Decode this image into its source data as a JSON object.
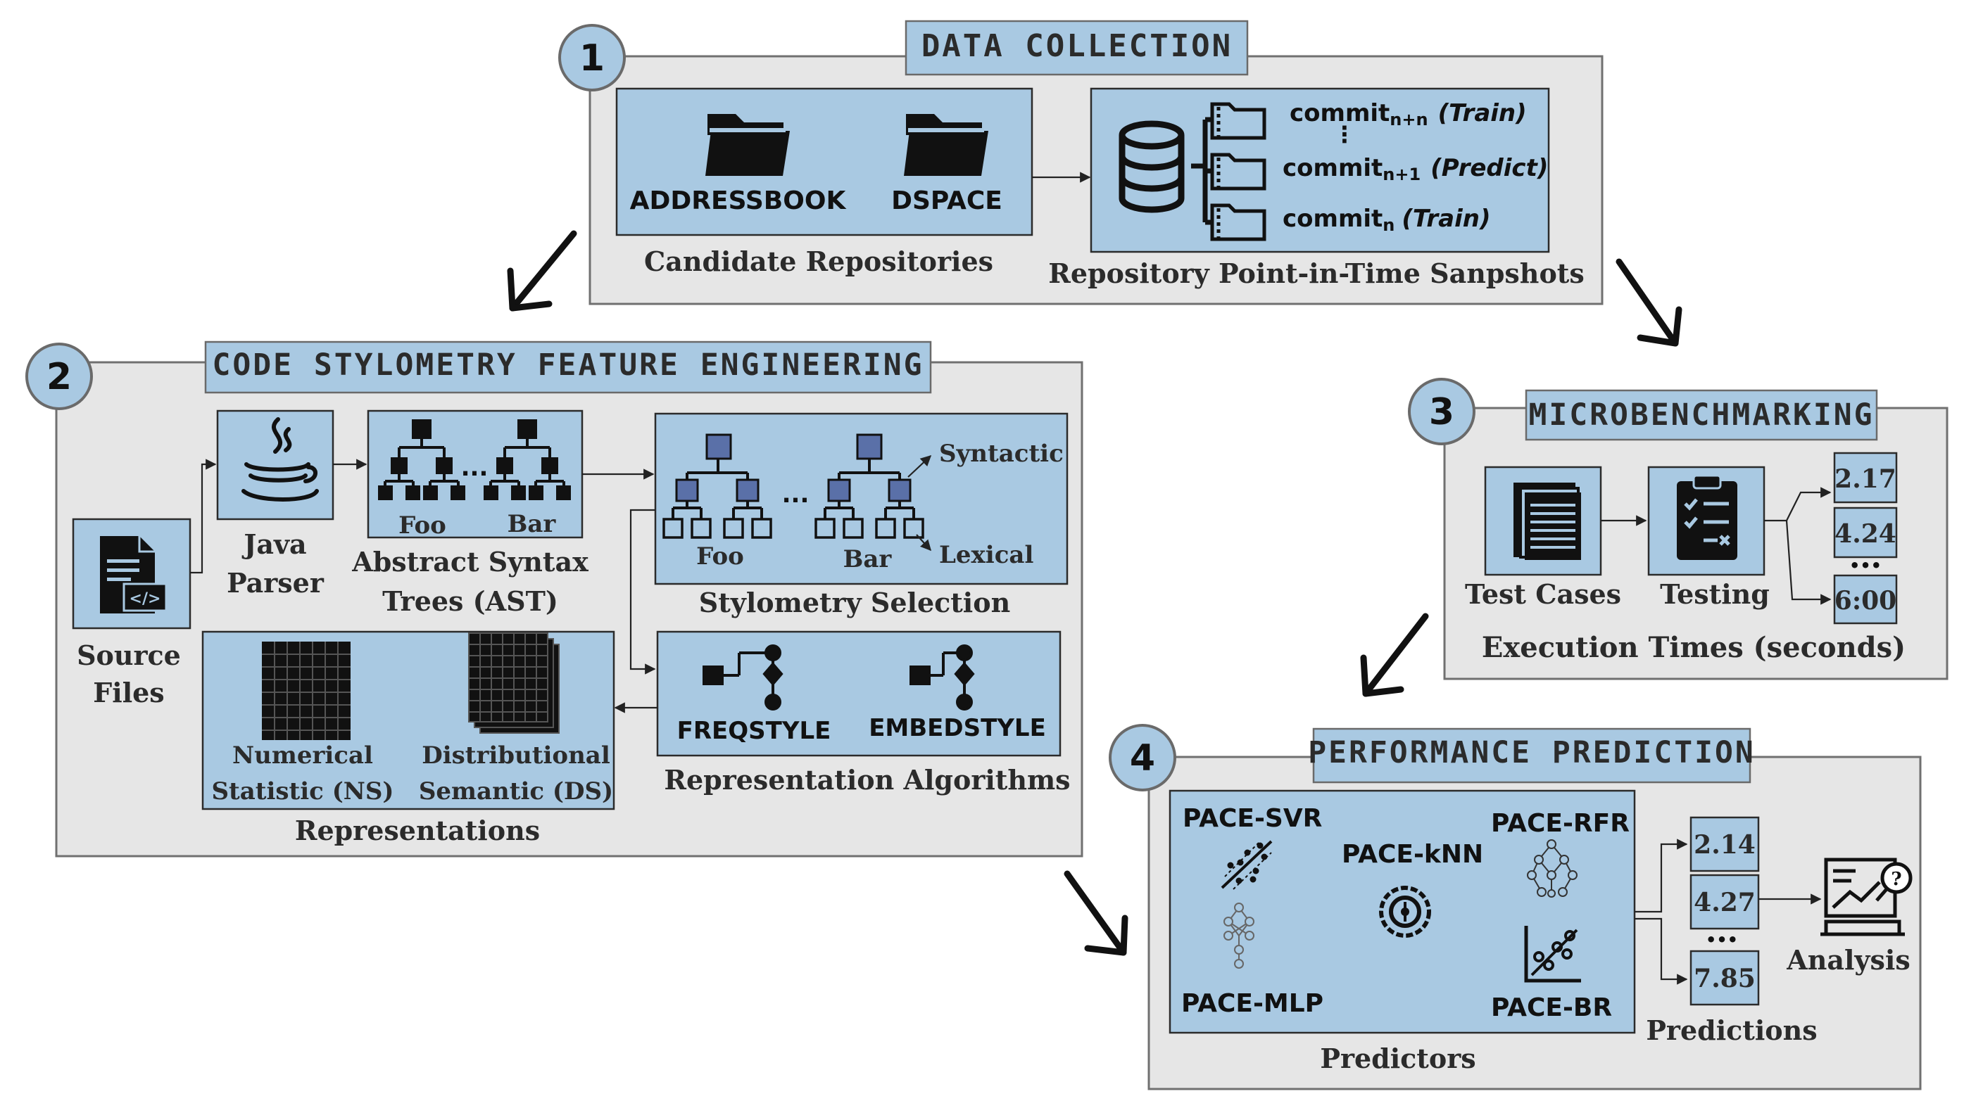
{
  "colors": {
    "panel": "#e6e6e6",
    "box": "#a9c9e2",
    "ink": "#111111",
    "node": "#5a70a8"
  },
  "stage1": {
    "number": "1",
    "title": "DATA COLLECTION",
    "repo1": "ADDRESSBOOK",
    "repo2": "DSPACE",
    "candidate_caption": "Candidate Repositories",
    "snapshot_caption": "Repository Point-in-Time Sanpshots",
    "commit_top": "commit",
    "commit_top_sub": "n+n",
    "commit_top_role": "(Train)",
    "commit_mid": "commit",
    "commit_mid_sub": "n+1",
    "commit_mid_role": "(Predict)",
    "commit_bot": "commit",
    "commit_bot_sub": "n",
    "commit_bot_role": "(Train)"
  },
  "stage2": {
    "number": "2",
    "title": "CODE STYLOMETRY FEATURE ENGINEERING",
    "source_line1": "Source",
    "source_line2": "Files",
    "parser_line1": "Java",
    "parser_line2": "Parser",
    "ast_line1": "Abstract Syntax",
    "ast_line2": "Trees (AST)",
    "ast_foo": "Foo",
    "ast_bar": "Bar",
    "ast_dots": "...",
    "sel_foo": "Foo",
    "sel_bar": "Bar",
    "sel_dots": "...",
    "syntactic": "Syntactic",
    "lexical": "Lexical",
    "selection_caption": "Stylometry Selection",
    "freqstyle": "FREQSTYLE",
    "embedstyle": "EMBEDSTYLE",
    "algorithms_caption": "Representation Algorithms",
    "ns_line1": "Numerical",
    "ns_line2": "Statistic (NS)",
    "ds_line1": "Distributional",
    "ds_line2": "Semantic (DS)",
    "representations_caption": "Representations"
  },
  "stage3": {
    "number": "3",
    "title": "MICROBENCHMARKING",
    "test_cases": "Test Cases",
    "testing": "Testing",
    "times": [
      "2.17",
      "4.24",
      "6:00"
    ],
    "dots": "•••",
    "caption": "Execution Times (seconds)"
  },
  "stage4": {
    "number": "4",
    "title": "PERFORMANCE PREDICTION",
    "svr": "PACE-SVR",
    "knn": "PACE-kNN",
    "rfr": "PACE-RFR",
    "mlp": "PACE-MLP",
    "br": "PACE-BR",
    "predictors_caption": "Predictors",
    "predictions": [
      "2.14",
      "4.27",
      "7.85"
    ],
    "dots": "•••",
    "predictions_caption": "Predictions",
    "analysis": "Analysis"
  }
}
